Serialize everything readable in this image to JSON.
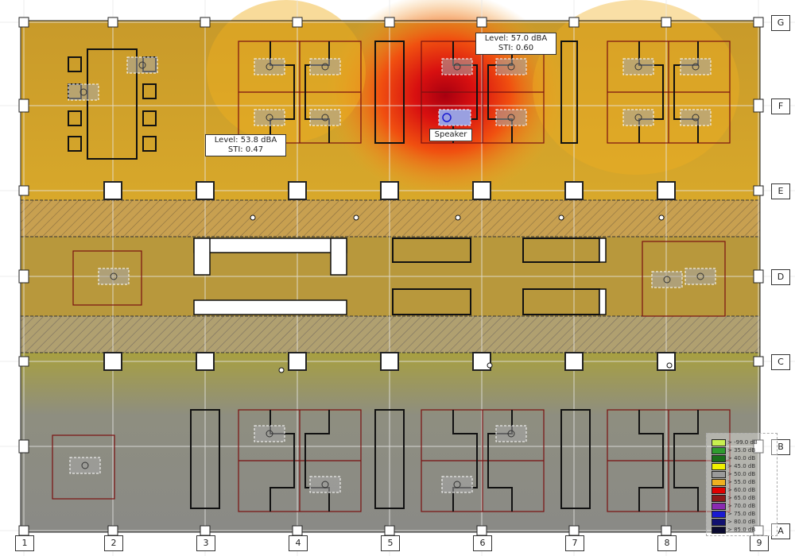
{
  "labels": {
    "level_a": {
      "line1": "Level: 57.0 dBA",
      "line2": "STI: 0.60"
    },
    "level_b": {
      "line1": "Level: 53.8 dBA",
      "line2": "STI: 0.47"
    },
    "speaker": "Speaker"
  },
  "grid_columns": [
    "1",
    "2",
    "3",
    "4",
    "5",
    "6",
    "7",
    "8",
    "9"
  ],
  "grid_rows": [
    "G",
    "F",
    "E",
    "D",
    "C",
    "B",
    "A"
  ],
  "legend": [
    {
      "text": "> -99.0 dB",
      "color": "#c8f050"
    },
    {
      "text": "> 35.0 dB",
      "color": "#2e9b2e"
    },
    {
      "text": "> 40.0 dB",
      "color": "#1a6e1a"
    },
    {
      "text": "> 45.0 dB",
      "color": "#f0f000"
    },
    {
      "text": "> 50.0 dB",
      "color": "#9a9a9a"
    },
    {
      "text": "> 55.0 dB",
      "color": "#f0b020"
    },
    {
      "text": "> 60.0 dB",
      "color": "#e00000"
    },
    {
      "text": "> 65.0 dB",
      "color": "#8b1a1a"
    },
    {
      "text": "> 70.0 dB",
      "color": "#8a2ab0"
    },
    {
      "text": "> 75.0 dB",
      "color": "#1a1ad0"
    },
    {
      "text": "> 80.0 dB",
      "color": "#101070"
    },
    {
      "text": "> 85.0 dB",
      "color": "#0a0a30"
    }
  ]
}
